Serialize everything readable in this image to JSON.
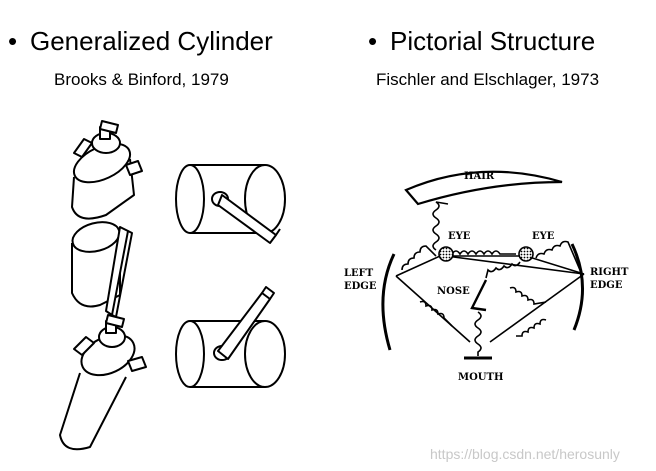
{
  "left": {
    "bullet": "•",
    "title": "Generalized Cylinder",
    "citation": "Brooks & Binford, 1979"
  },
  "right": {
    "bullet": "•",
    "title": "Pictorial Structure",
    "citation": "Fischler and Elschlager, 1973",
    "labels": {
      "hair": "HAIR",
      "eye_left": "EYE",
      "eye_right": "EYE",
      "left_edge_1": "LEFT",
      "left_edge_2": "EDGE",
      "right_edge_1": "RIGHT",
      "right_edge_2": "EDGE",
      "nose": "NOSE",
      "mouth": "MOUTH"
    }
  },
  "watermark": "https://blog.csdn.net/herosunly"
}
